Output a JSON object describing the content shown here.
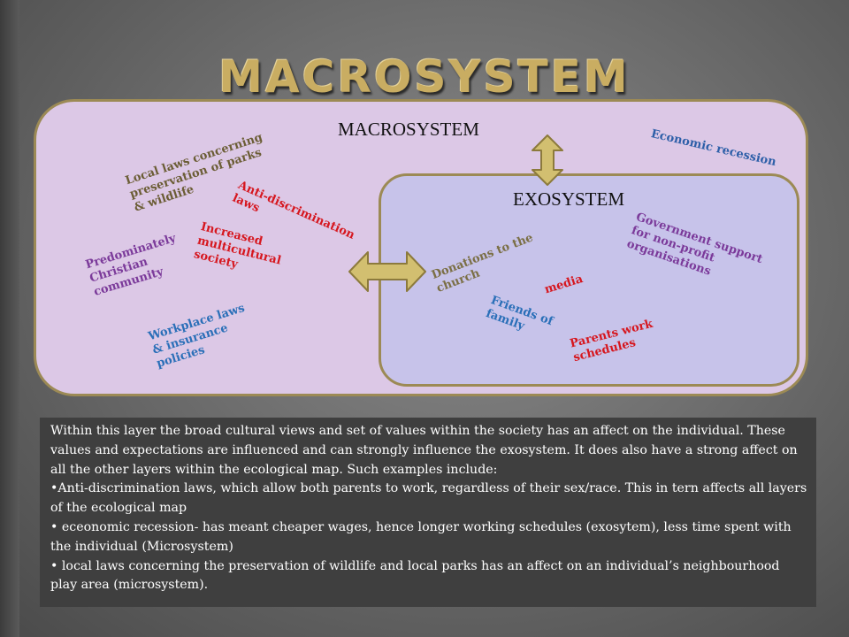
{
  "slide": {
    "title": "MACROSYSTEM"
  },
  "diagram": {
    "macrosystem_label": "MACROSYSTEM",
    "exosystem_label": "EXOSYSTEM",
    "macro_items": {
      "economic_recession": "Economic recession",
      "local_laws": "Local laws concerning\npreservation of parks\n& wildlife",
      "anti_discrimination": "Anti-discrimination\nlaws",
      "increased_multicultural": "Increased\nmulticultural\nsociety",
      "predominately_christian": "Predominately\nChristian\ncommunity",
      "workplace_laws": "Workplace laws\n& insurance\npolicies"
    },
    "exo_items": {
      "government_support": "Government support\nfor non-profit\norganisations",
      "donations": "Donations to the\nchurch",
      "media": "media",
      "friends_of_family": "Friends of\nfamily",
      "parents_work": "Parents work\nschedules"
    },
    "colors": {
      "macro_fill": "#dcc8e6",
      "exo_fill": "#c7c3ea",
      "border": "#9c8a55",
      "arrow_fill": "#d2bf70",
      "red": "#d6171f",
      "purple": "#7b3a9a",
      "blue": "#2a6fb8",
      "olive": "#6b5d35"
    }
  },
  "description": {
    "intro": "Within this layer the broad cultural views and set of values  within the society has an affect on the individual.  These values and expectations are influenced and can strongly influence the exosystem. It does also have a strong affect on all the other layers within the ecological map. Such examples include:",
    "bullets": [
      "•Anti-discrimination laws, which allow both parents to work, regardless of their sex/race. This in tern affects all layers of the ecological map",
      "• eceonomic recession- has meant cheaper wages, hence longer working schedules (exosytem), less time spent with the individual (Microsystem)",
      "•  local laws concerning the preservation of wildlife and local parks has an affect on an individual’s neighbourhood play area (microsystem)."
    ]
  }
}
